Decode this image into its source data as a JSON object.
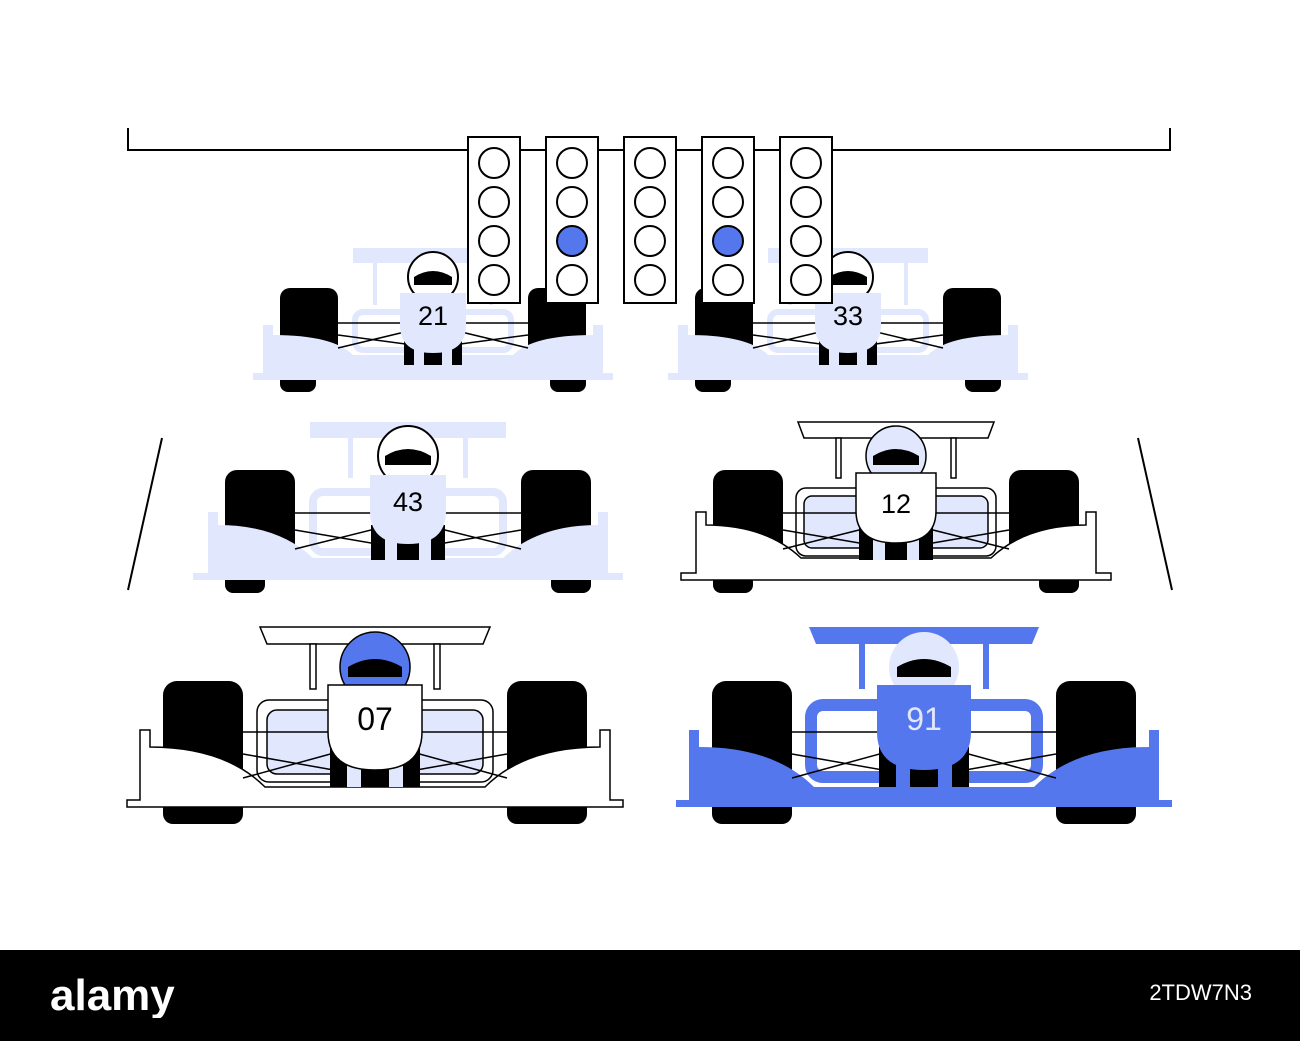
{
  "colors": {
    "accent": "#5577ee",
    "light": "#e1e7fd",
    "black": "#000000",
    "white": "#ffffff"
  },
  "cars": [
    {
      "number": "21",
      "style": "light"
    },
    {
      "number": "33",
      "style": "light"
    },
    {
      "number": "43",
      "style": "light"
    },
    {
      "number": "12",
      "style": "outline"
    },
    {
      "number": "07",
      "style": "outline-blue-helmet"
    },
    {
      "number": "91",
      "style": "blue"
    }
  ],
  "start_lights": {
    "panels": 5,
    "lights_per_panel": 4,
    "lit": [
      {
        "panel": 2,
        "light": 3
      },
      {
        "panel": 4,
        "light": 3
      }
    ]
  },
  "footer": {
    "logo": "alamy",
    "image_id": "2TDW7N3"
  }
}
